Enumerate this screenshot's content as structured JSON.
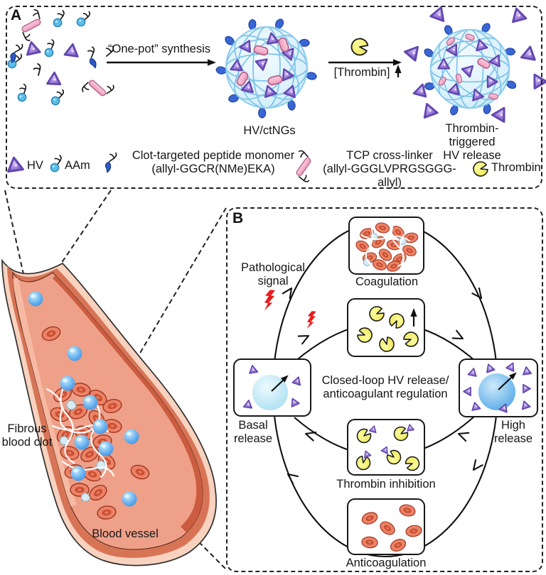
{
  "panel_a": {
    "label": "A",
    "one_pot": "“One-pot” synthesis",
    "nanogel_label": "HV/ctNGs",
    "thrombin_label": "[Thrombin]",
    "release_label": "Thrombin-triggered\nHV release",
    "legend": {
      "hv": "HV",
      "aam": "AAm",
      "peptide": "Clot-targeted peptide monomer\n(allyl-GGCR(NMe)EKA)",
      "tcp": "TCP cross-linker\n(allyl-GGGLVPRGSGGG-allyl)",
      "thrombin": "Thrombin"
    }
  },
  "panel_b": {
    "label": "B",
    "pathological": "Pathological\nsignal",
    "center": "Closed-loop HV release/\nanticoagulant regulation",
    "coagulation": "Coagulation",
    "basal": "Basal\nrelease",
    "high": "High\nrelease",
    "inhibition": "Thrombin inhibition",
    "anticoagulation": "Anticoagulation"
  },
  "vessel": {
    "fibrous_clot": "Fibrous\nblood clot",
    "blood_vessel": "Blood vessel"
  },
  "colors": {
    "hv_purple": "#9877d8",
    "nanogel_blue": "#bfe6f7",
    "thrombin_yellow": "#f0ea4e",
    "rbc_red": "#ec8266",
    "vessel_salmon": "#ee9d85",
    "signal_red": "#e81c1c",
    "peptide_blue": "#2d5ac6",
    "tcp_pink": "#f3b1cb"
  }
}
